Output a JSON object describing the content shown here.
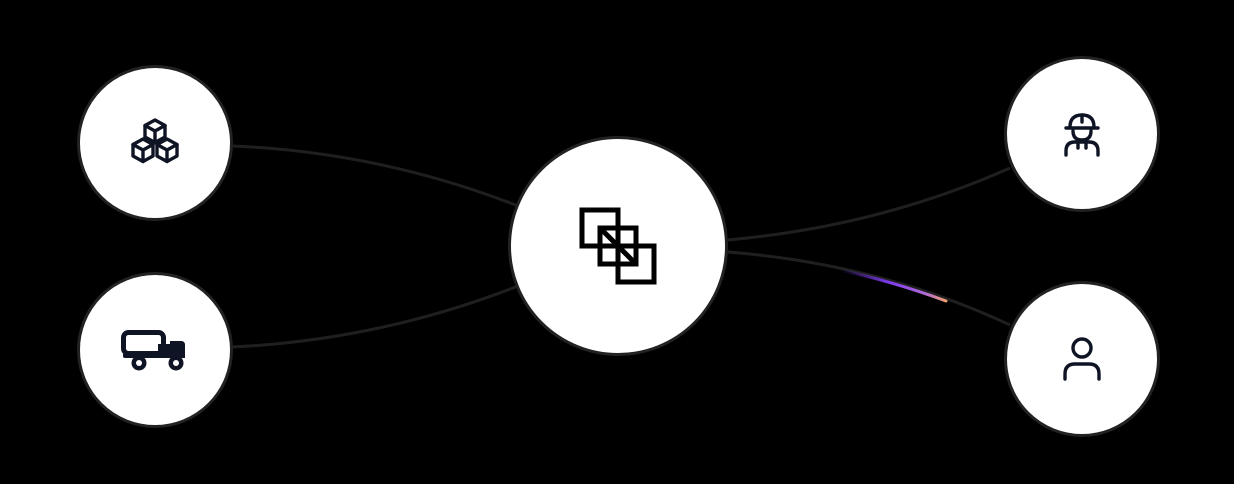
{
  "colors": {
    "background": "#000000",
    "node_fill": "#ffffff",
    "node_border": "#222222",
    "connector": "#1f1f1f",
    "icon": "#0f1424",
    "hub_icon": "#000000",
    "beam_start": "#7c3aed",
    "beam_end": "#f0a070"
  },
  "nodes": {
    "hub": {
      "icon": "overlapping-squares-icon"
    },
    "left_top": {
      "icon": "cubes-icon"
    },
    "left_bottom": {
      "icon": "truck-icon"
    },
    "right_top": {
      "icon": "construction-worker-icon"
    },
    "right_bottom": {
      "icon": "user-icon"
    }
  },
  "connections": [
    {
      "from": "left_top",
      "to": "hub"
    },
    {
      "from": "left_bottom",
      "to": "hub"
    },
    {
      "from": "hub",
      "to": "right_top"
    },
    {
      "from": "hub",
      "to": "right_bottom",
      "animated_beam": true
    }
  ]
}
